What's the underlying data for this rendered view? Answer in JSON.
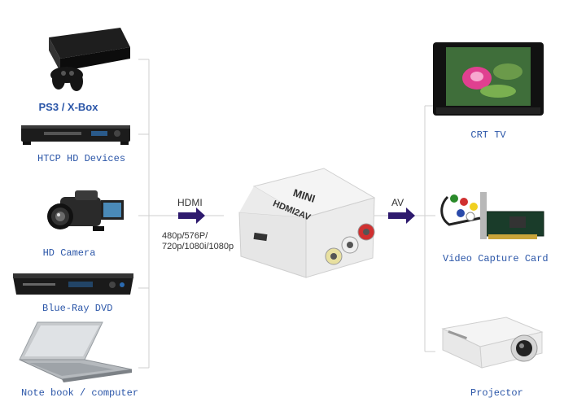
{
  "sources": [
    {
      "id": "ps3",
      "label": "PS3 / X-Box",
      "icon": "game-console-icon"
    },
    {
      "id": "htcp",
      "label": "HTCP HD Devices",
      "icon": "dvd-player-icon"
    },
    {
      "id": "camera",
      "label": "HD Camera",
      "icon": "camcorder-icon"
    },
    {
      "id": "bluray",
      "label": "Blue-Ray DVD",
      "icon": "bluray-player-icon"
    },
    {
      "id": "notebook",
      "label": "Note book / computer",
      "icon": "laptop-icon"
    }
  ],
  "input": {
    "signal": "HDMI",
    "resolution_line1": "480p/576P/",
    "resolution_line2": "720p/1080i/1080p"
  },
  "converter": {
    "brand": "MINI",
    "model": "HDMI2AV"
  },
  "output": {
    "signal": "AV"
  },
  "destinations": [
    {
      "id": "crt",
      "label": "CRT TV",
      "icon": "crt-tv-icon"
    },
    {
      "id": "capture",
      "label": "Video Capture Card",
      "icon": "capture-card-icon"
    },
    {
      "id": "projector",
      "label": "Projector",
      "icon": "projector-icon"
    }
  ],
  "colors": {
    "label": "#2b56a8",
    "arrow": "#2e1a6e",
    "line": "#c8c8c8"
  }
}
